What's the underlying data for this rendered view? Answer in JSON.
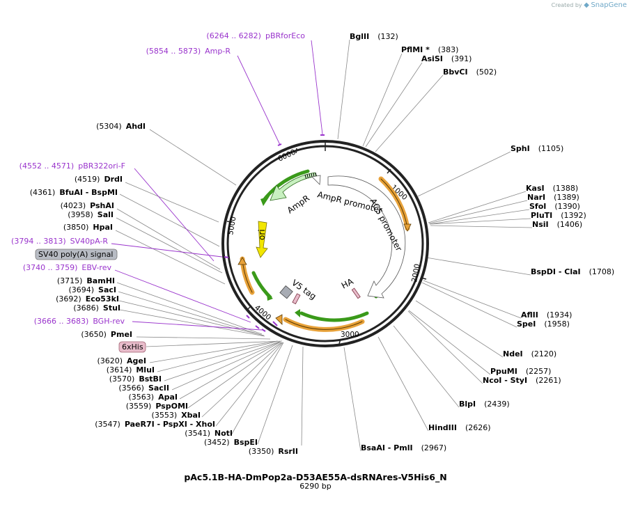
{
  "watermark": {
    "created_by": "Created by",
    "brand": "SnapGene"
  },
  "plasmid": {
    "name": "pAc5.1B-HA-DmPop2a-D53AE55A-dsRNAres-V5His6_N",
    "size_label": "6290 bp"
  },
  "ticks": [
    "1000",
    "2000",
    "3000",
    "4000",
    "5000",
    "6000"
  ],
  "features": {
    "ampr": "AmpR",
    "ampr_promoter": "AmpR promoter",
    "ac5_promoter": "AC5 promoter",
    "ori": "ori",
    "v5_tag": "V5 tag",
    "ha": "HA",
    "sv40": "SV40 poly(A) signal",
    "his": "6xHis"
  },
  "right_sites": [
    {
      "name": "BglII",
      "pos": "(132)"
    },
    {
      "name": "PflMI *",
      "pos": "(383)"
    },
    {
      "name": "AsiSI",
      "pos": "(391)"
    },
    {
      "name": "BbvCI",
      "pos": "(502)"
    },
    {
      "name": "SphI",
      "pos": "(1105)"
    },
    {
      "name": "KasI",
      "pos": "(1388)"
    },
    {
      "name": "NarI",
      "pos": "(1389)"
    },
    {
      "name": "SfoI",
      "pos": "(1390)"
    },
    {
      "name": "PluTI",
      "pos": "(1392)"
    },
    {
      "name": "NsiI",
      "pos": "(1406)"
    },
    {
      "name": "BspDI - ClaI",
      "pos": "(1708)"
    },
    {
      "name": "AflII",
      "pos": "(1934)"
    },
    {
      "name": "SpeI",
      "pos": "(1958)"
    },
    {
      "name": "NdeI",
      "pos": "(2120)"
    },
    {
      "name": "PpuMI",
      "pos": "(2257)"
    },
    {
      "name": "NcoI - StyI",
      "pos": "(2261)"
    },
    {
      "name": "BlpI",
      "pos": "(2439)"
    },
    {
      "name": "HindIII",
      "pos": "(2626)"
    },
    {
      "name": "BsaAI - PmlI",
      "pos": "(2967)"
    },
    {
      "name": "RsrII",
      "pos": "(3350)"
    }
  ],
  "left_sites": [
    {
      "name": "AhdI",
      "pos": "(5304)"
    },
    {
      "name": "DrdI",
      "pos": "(4519)"
    },
    {
      "name": "BfuAI - BspMI",
      "pos": "(4361)"
    },
    {
      "name": "PshAI",
      "pos": "(4023)"
    },
    {
      "name": "SalI",
      "pos": "(3958)"
    },
    {
      "name": "HpaI",
      "pos": "(3850)"
    },
    {
      "name": "BamHI",
      "pos": "(3715)"
    },
    {
      "name": "SacI",
      "pos": "(3694)"
    },
    {
      "name": "Eco53kI",
      "pos": "(3692)"
    },
    {
      "name": "StuI",
      "pos": "(3686)"
    },
    {
      "name": "PmeI",
      "pos": "(3650)"
    },
    {
      "name": "AgeI",
      "pos": "(3620)"
    },
    {
      "name": "MluI",
      "pos": "(3614)"
    },
    {
      "name": "BstBI",
      "pos": "(3570)"
    },
    {
      "name": "SacII",
      "pos": "(3566)"
    },
    {
      "name": "ApaI",
      "pos": "(3563)"
    },
    {
      "name": "PspOMI",
      "pos": "(3559)"
    },
    {
      "name": "XbaI",
      "pos": "(3553)"
    },
    {
      "name": "PaeR7I - PspXI - XhoI",
      "pos": "(3547)"
    },
    {
      "name": "NotI",
      "pos": "(3541)"
    },
    {
      "name": "BspEI",
      "pos": "(3452)"
    }
  ],
  "primers": [
    {
      "range": "(6264 .. 6282)",
      "name": "pBRforEco"
    },
    {
      "range": "(5854 .. 5873)",
      "name": "Amp-R"
    },
    {
      "range": "(4552 .. 4571)",
      "name": "pBR322ori-F"
    },
    {
      "range": "(3794 .. 3813)",
      "name": "SV40pA-R"
    },
    {
      "range": "(3740 .. 3759)",
      "name": "EBV-rev"
    },
    {
      "range": "(3666 .. 3683)",
      "name": "BGH-rev"
    }
  ],
  "colors": {
    "backbone": "#222222",
    "primer": "#9933cc",
    "orange_feature": "#e8a23a",
    "green_feature": "#3a9a1a",
    "light_green": "#c8f0c0",
    "ori_yellow": "#f2e600",
    "box_gray": "#b8bcc4",
    "box_pink": "#e8bccb"
  }
}
